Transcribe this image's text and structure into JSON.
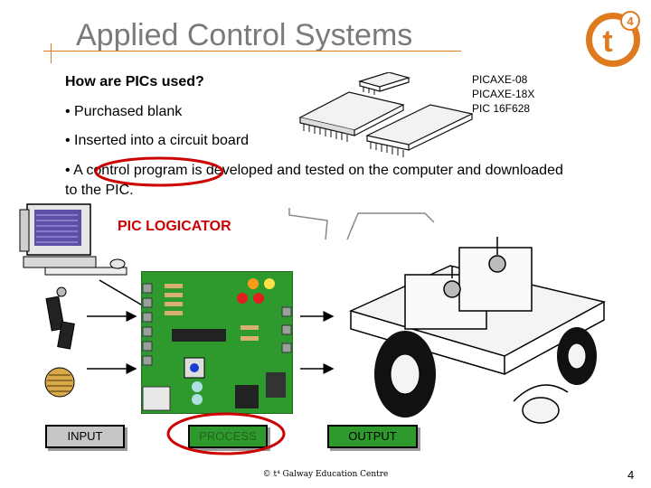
{
  "slide": {
    "title": "Applied Control Systems",
    "question": "How are PICs used?",
    "bullets": [
      "• Purchased blank",
      "• Inserted into a circuit board",
      "• A control program is developed and tested on the computer and downloaded to the PIC."
    ],
    "chip_labels": [
      "PICAXE-08",
      "PICAXE-18X",
      "PIC 16F628"
    ],
    "logicator_label": "PIC LOGICATOR",
    "blocks": {
      "input": "INPUT",
      "process": "PROCESS",
      "output": "OUTPUT"
    },
    "footer": "© t⁴ Galway Education Centre",
    "page_number": "4",
    "logo_text": "t",
    "logo_superscript": "4",
    "colors": {
      "accent": "#e07a1f",
      "title": "#7a7a7a",
      "highlight": "#cc0000",
      "board": "#2e9a2e"
    }
  }
}
